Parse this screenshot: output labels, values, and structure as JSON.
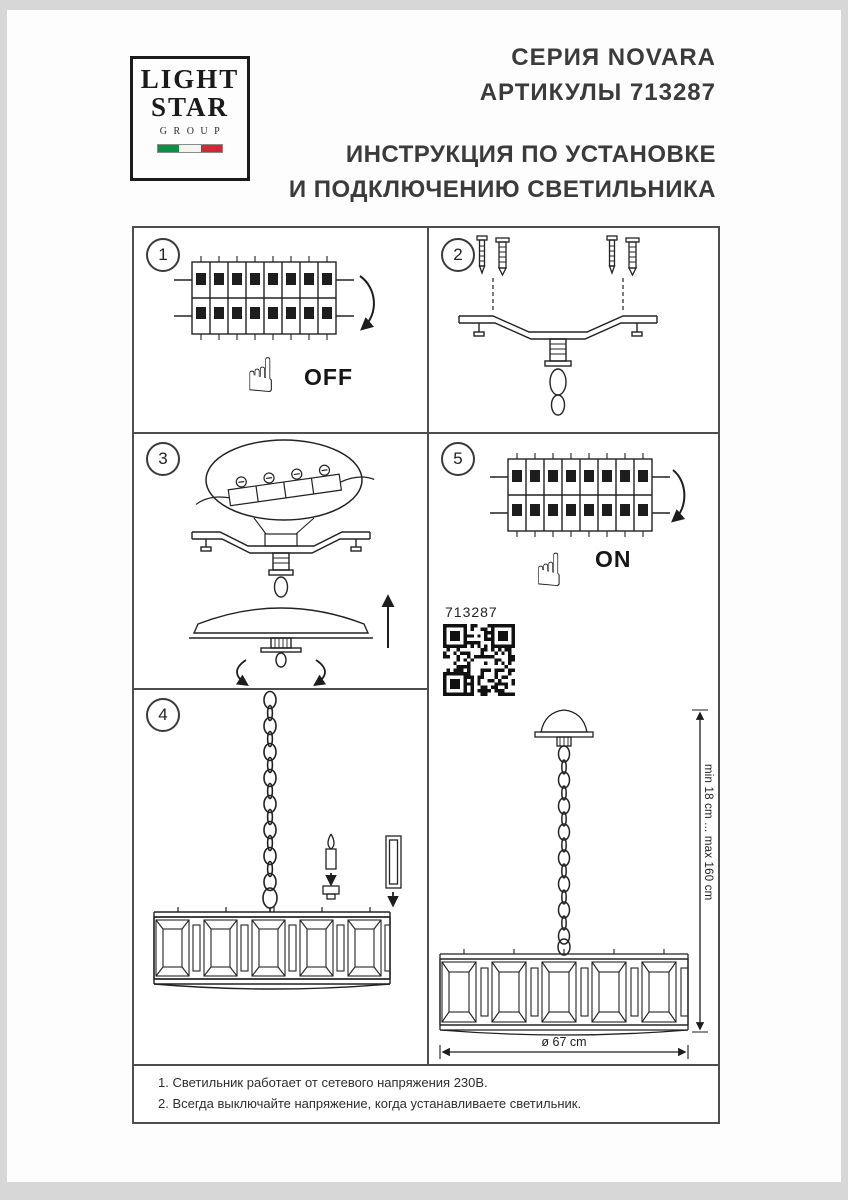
{
  "logo": {
    "line1": "LIGHT",
    "line2": "STAR",
    "line3": "GROUP",
    "flag_green": "#0d8f44",
    "flag_white": "#f4f4f0",
    "flag_red": "#cd2a37"
  },
  "header": {
    "series": "СЕРИЯ NOVARA",
    "articles": "АРТИКУЛЫ 713287",
    "title_line1": "ИНСТРУКЦИЯ ПО УСТАНОВКЕ",
    "title_line2": "И ПОДКЛЮЧЕНИЮ СВЕТИЛЬНИКА"
  },
  "steps": {
    "step1": {
      "number": "1",
      "power_label": "OFF"
    },
    "step2": {
      "number": "2"
    },
    "step3": {
      "number": "3"
    },
    "step4": {
      "number": "4"
    },
    "step5": {
      "number": "5",
      "power_label": "ON"
    }
  },
  "qr": {
    "article": "713287"
  },
  "dimensions": {
    "height_range": "min 18 cm ... max 160 cm",
    "diameter": "ø 67 cm"
  },
  "footnotes": [
    "1. Светильник работает от сетевого напряжения 230В.",
    "2. Всегда выключайте напряжение, когда устанавливаете светильник."
  ],
  "colors": {
    "ink": "#222222",
    "grid": "#4e4e4e"
  }
}
